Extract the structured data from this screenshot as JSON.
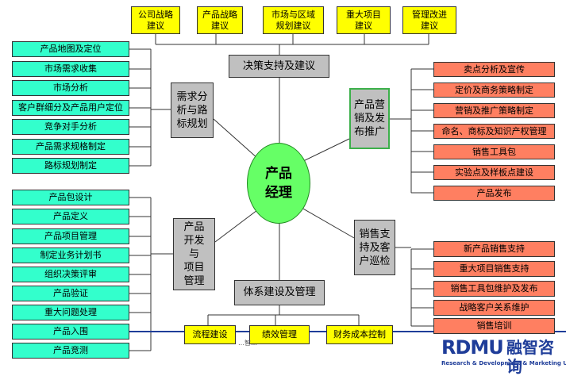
{
  "top_suggestions": [
    "公司战略\n建议",
    "产品战略\n建议",
    "市场与区域\n规划建议",
    "重大项目\n建议",
    "管理改进\n建议"
  ],
  "decision_box": "决策支持及建议",
  "demand_box": "需求分\n析与路\n标规划",
  "demand_items": [
    "产品地图及定位",
    "市场需求收集",
    "市场分析",
    "客户群细分及产品用户定位",
    "竞争对手分析",
    "产品需求规格制定",
    "路标规划制定"
  ],
  "marketing_box": "产品营\n销及发\n布推广",
  "marketing_items": [
    "卖点分析及宣传",
    "定价及商务策略制定",
    "营销及推广策略制定",
    "命名、商标及知识产权管理",
    "销售工具包",
    "实验点及样板点建设",
    "产品发布"
  ],
  "hub": "产品\n经理",
  "dev_box": "产品\n开发\n与\n项目\n管理",
  "dev_items": [
    "产品包设计",
    "产品定义",
    "产品项目管理",
    "制定业务计划书",
    "组织决策评审",
    "产品验证",
    "重大问题处理",
    "产品入围",
    "产品竞测"
  ],
  "sales_box": "销售支\n持及客\n户巡检",
  "sales_items": [
    "新产品销售支持",
    "重大项目销售支持",
    "销售工具包维护及发布",
    "战略客户关系维护",
    "销售培训"
  ],
  "system_box": "体系建设及管理",
  "system_items": [
    "流程建设",
    "绩效管理",
    "财务成本控制"
  ],
  "footnote": "…智…",
  "logo": {
    "main": "RDMU",
    "cn": "融智咨询",
    "sub": "Research & Development & Marketing Union"
  },
  "colors": {
    "yellow": "#ffff00",
    "green": "#33ffcc",
    "salmon": "#ff7f61",
    "gray": "#c0c0c0",
    "hub": "#66ff66",
    "line": "#333333",
    "blue_line": "#1f3d99"
  }
}
